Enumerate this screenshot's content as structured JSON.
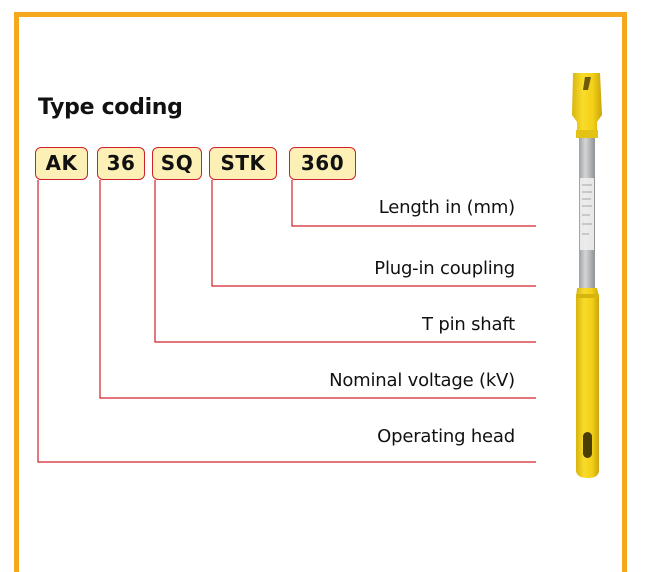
{
  "diagram": {
    "title": "Type coding",
    "codes": [
      "AK",
      "36",
      "SQ",
      "STK",
      "360"
    ],
    "labels": [
      "Length in (mm)",
      "Plug-in coupling",
      "T pin shaft",
      "Nominal voltage (kV)",
      "Operating head"
    ]
  },
  "colors": {
    "frame": "#f5a81c",
    "code_fill": "#fdf0b7",
    "code_border": "#d0202a",
    "leader_line": "#d0202a",
    "rod_yellow": "#f5d21a",
    "rod_gray": "#b9bcbe"
  }
}
